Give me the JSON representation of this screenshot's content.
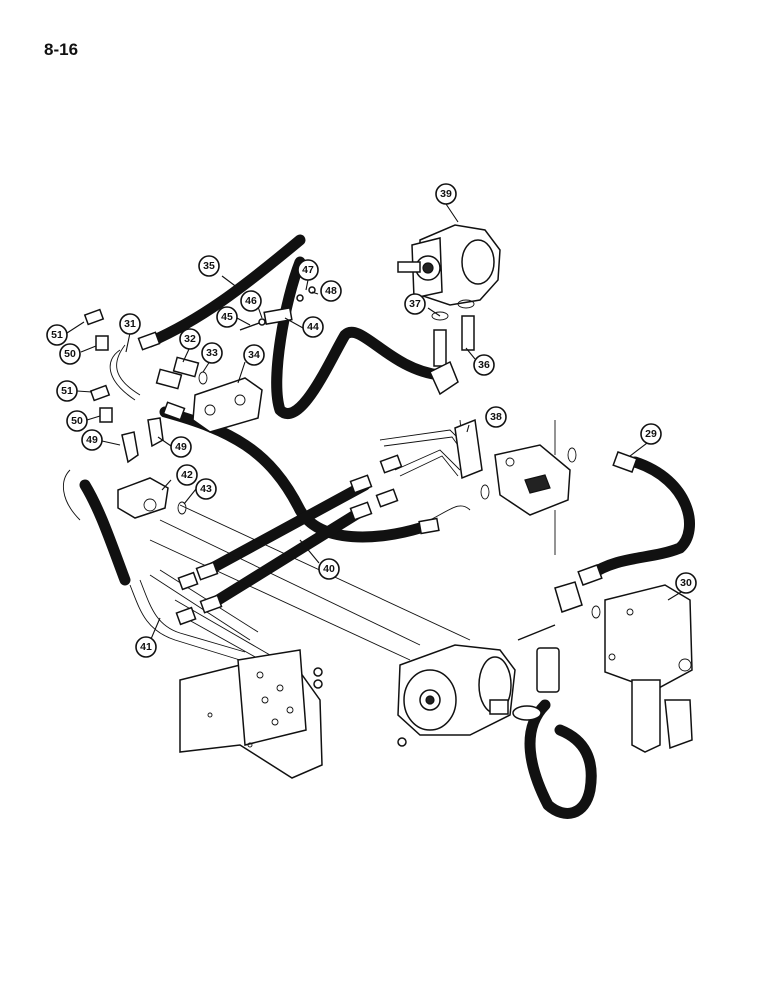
{
  "page_label": "8-16",
  "callouts": [
    {
      "id": "c29",
      "label": "29"
    },
    {
      "id": "c30",
      "label": "30"
    },
    {
      "id": "c31",
      "label": "31"
    },
    {
      "id": "c32",
      "label": "32"
    },
    {
      "id": "c33",
      "label": "33"
    },
    {
      "id": "c34",
      "label": "34"
    },
    {
      "id": "c35",
      "label": "35"
    },
    {
      "id": "c36",
      "label": "36"
    },
    {
      "id": "c37",
      "label": "37"
    },
    {
      "id": "c38",
      "label": "38"
    },
    {
      "id": "c39",
      "label": "39"
    },
    {
      "id": "c40",
      "label": "40"
    },
    {
      "id": "c41",
      "label": "41"
    },
    {
      "id": "c42",
      "label": "42"
    },
    {
      "id": "c43",
      "label": "43"
    },
    {
      "id": "c44",
      "label": "44"
    },
    {
      "id": "c45",
      "label": "45"
    },
    {
      "id": "c46",
      "label": "46"
    },
    {
      "id": "c47",
      "label": "47"
    },
    {
      "id": "c48",
      "label": "48"
    },
    {
      "id": "c49a",
      "label": "49"
    },
    {
      "id": "c49b",
      "label": "49"
    },
    {
      "id": "c50a",
      "label": "50"
    },
    {
      "id": "c50b",
      "label": "50"
    },
    {
      "id": "c51a",
      "label": "51"
    },
    {
      "id": "c51b",
      "label": "51"
    }
  ]
}
